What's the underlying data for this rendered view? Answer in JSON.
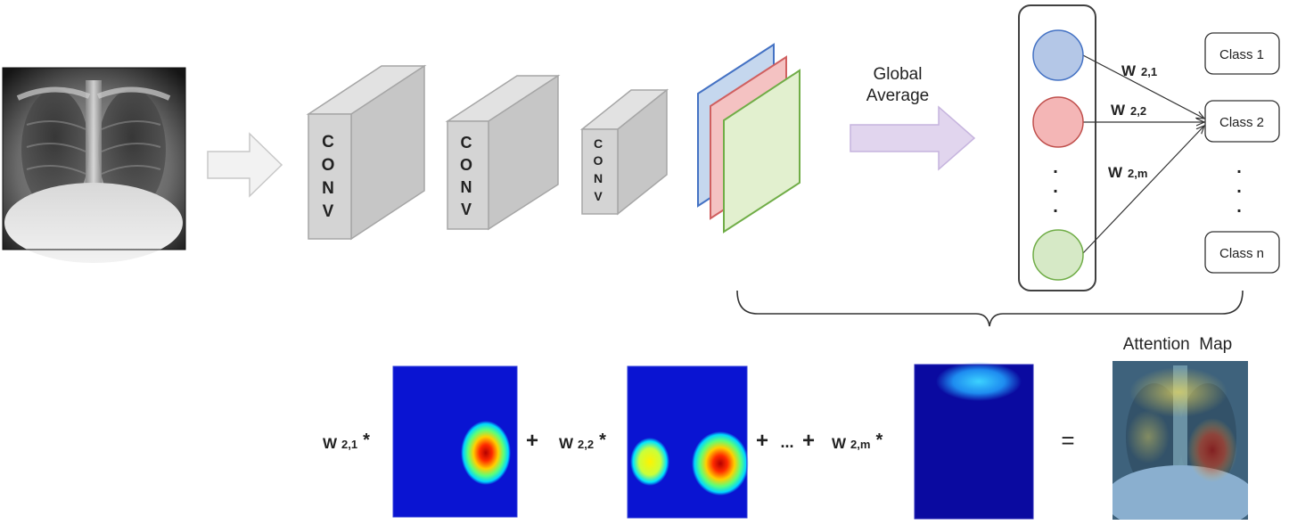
{
  "conv_blocks": [
    {
      "letters": [
        "C",
        "O",
        "N",
        "V"
      ]
    },
    {
      "letters": [
        "C",
        "O",
        "N",
        "V"
      ]
    },
    {
      "letters": [
        "C",
        "O",
        "N",
        "V"
      ]
    }
  ],
  "gap_label_line1": "Global",
  "gap_label_line2": "Average",
  "weights_top": [
    {
      "w": "W",
      "sub": "2,1"
    },
    {
      "w": "W",
      "sub": "2,2"
    },
    {
      "w": "W",
      "sub": "2,m"
    }
  ],
  "nodes": [
    {
      "fill": "#b4c7e7",
      "stroke": "#4472c4"
    },
    {
      "fill": "#f4b6b6",
      "stroke": "#c0504d"
    },
    {
      "fill": "#d6e9c6",
      "stroke": "#70ad47"
    }
  ],
  "vertical_dots": ".",
  "classes": [
    "Class 1",
    "Class 2",
    "Class n"
  ],
  "equation": {
    "terms": [
      {
        "w": "W",
        "sub": "2,1",
        "star": "*"
      },
      {
        "w": "W",
        "sub": "2,2",
        "star": "*"
      },
      {
        "w": "W",
        "sub": "2,m",
        "star": "*"
      }
    ],
    "plus": "+",
    "ellipsis": "...",
    "equals": "="
  },
  "attention_map_title": "Attention  Map",
  "colors": {
    "heatmap_blue": "#0a14d2",
    "heatmap_blue_dark": "#0a0aa0",
    "fmap_blue": "#c5d7ee",
    "fmap_red": "#f4c2c2",
    "fmap_green": "#e2f0cf",
    "arrow_fill": "#f2f2f2",
    "gap_arrow_fill": "#e1d5ee",
    "gap_arrow_stroke": "#c6b4de"
  }
}
